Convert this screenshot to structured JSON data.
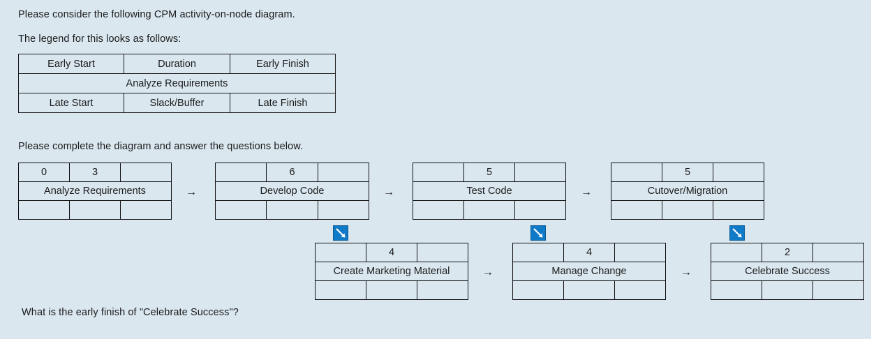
{
  "page": {
    "background_color": "#dae7ef",
    "text_color": "#1b1b1b",
    "accent_color": "#0f7ac8"
  },
  "intro": {
    "line1": "Please consider the following CPM activity-on-node diagram.",
    "line2": "The legend for this looks as follows:",
    "line3": "Please complete the diagram and answer the questions below."
  },
  "legend": {
    "early_start": "Early Start",
    "duration": "Duration",
    "early_finish": "Early Finish",
    "activity_name": "Analyze Requirements",
    "late_start": "Late Start",
    "slack_buffer": "Slack/Buffer",
    "late_finish": "Late Finish"
  },
  "diagram": {
    "arrow_right_glyph": "→",
    "arrow_diag_name": "diagonal-down-right-arrow",
    "nodes": [
      {
        "id": "analyze-requirements",
        "early_start": "0",
        "duration": "3",
        "early_finish": "",
        "name": "Analyze Requirements",
        "late_start": "",
        "slack": "",
        "late_finish": ""
      },
      {
        "id": "develop-code",
        "early_start": "",
        "duration": "6",
        "early_finish": "",
        "name": "Develop Code",
        "late_start": "",
        "slack": "",
        "late_finish": ""
      },
      {
        "id": "test-code",
        "early_start": "",
        "duration": "5",
        "early_finish": "",
        "name": "Test Code",
        "late_start": "",
        "slack": "",
        "late_finish": ""
      },
      {
        "id": "cutover-migration",
        "early_start": "",
        "duration": "5",
        "early_finish": "",
        "name": "Cutover/Migration",
        "late_start": "",
        "slack": "",
        "late_finish": ""
      },
      {
        "id": "create-marketing-material",
        "early_start": "",
        "duration": "4",
        "early_finish": "",
        "name": "Create Marketing Material",
        "late_start": "",
        "slack": "",
        "late_finish": ""
      },
      {
        "id": "manage-change",
        "early_start": "",
        "duration": "4",
        "early_finish": "",
        "name": "Manage Change",
        "late_start": "",
        "slack": "",
        "late_finish": ""
      },
      {
        "id": "celebrate-success",
        "early_start": "",
        "duration": "2",
        "early_finish": "",
        "name": "Celebrate Success",
        "late_start": "",
        "slack": "",
        "late_finish": ""
      }
    ]
  },
  "question": {
    "text": "What is the early finish of \"Celebrate Success\"?"
  }
}
